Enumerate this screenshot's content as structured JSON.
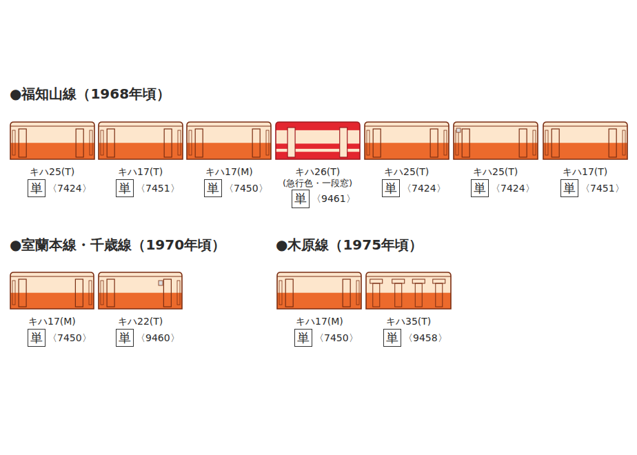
{
  "diagram": {
    "nodes": [
      {
        "text": [
          "単"
        ]
      },
      {
        "text": [
          "単"
        ]
      },
      {
        "text": [
          "単"
        ]
      },
      {
        "text": [
          "単"
        ]
      },
      {
        "text": [
          "単"
        ]
      },
      {
        "text": [
          "単"
        ]
      },
      {
        "text": [
          "単"
        ]
      },
      {
        "text": [
          "単"
        ]
      },
      {
        "text": [
          "単"
        ]
      },
      {
        "text": [
          "単"
        ]
      },
      {
        "text": [
          "単"
        ]
      }
    ],
    "labels": [
      "●福知山線（1968年頃）",
      "キハ25(T)",
      "〈7424〉",
      "キハ17(T)",
      "〈7451〉",
      "キハ17(M)",
      "〈7450〉",
      "キハ26(T)",
      "(急行色・一段窓)",
      "〈9461〉",
      "キハ25(T)",
      "〈7424〉",
      "キハ25(T)",
      "〈7424〉",
      "キハ17(T)",
      "〈7451〉",
      "●室蘭本線・千歳線（1970年頃）",
      "キハ17(M)",
      "〈7450〉",
      "キハ22(T)",
      "〈9460〉",
      "●木原線（1975年頃）",
      "キハ17(M)",
      "〈7450〉",
      "キハ35(T)",
      "〈9458〉"
    ]
  }
}
